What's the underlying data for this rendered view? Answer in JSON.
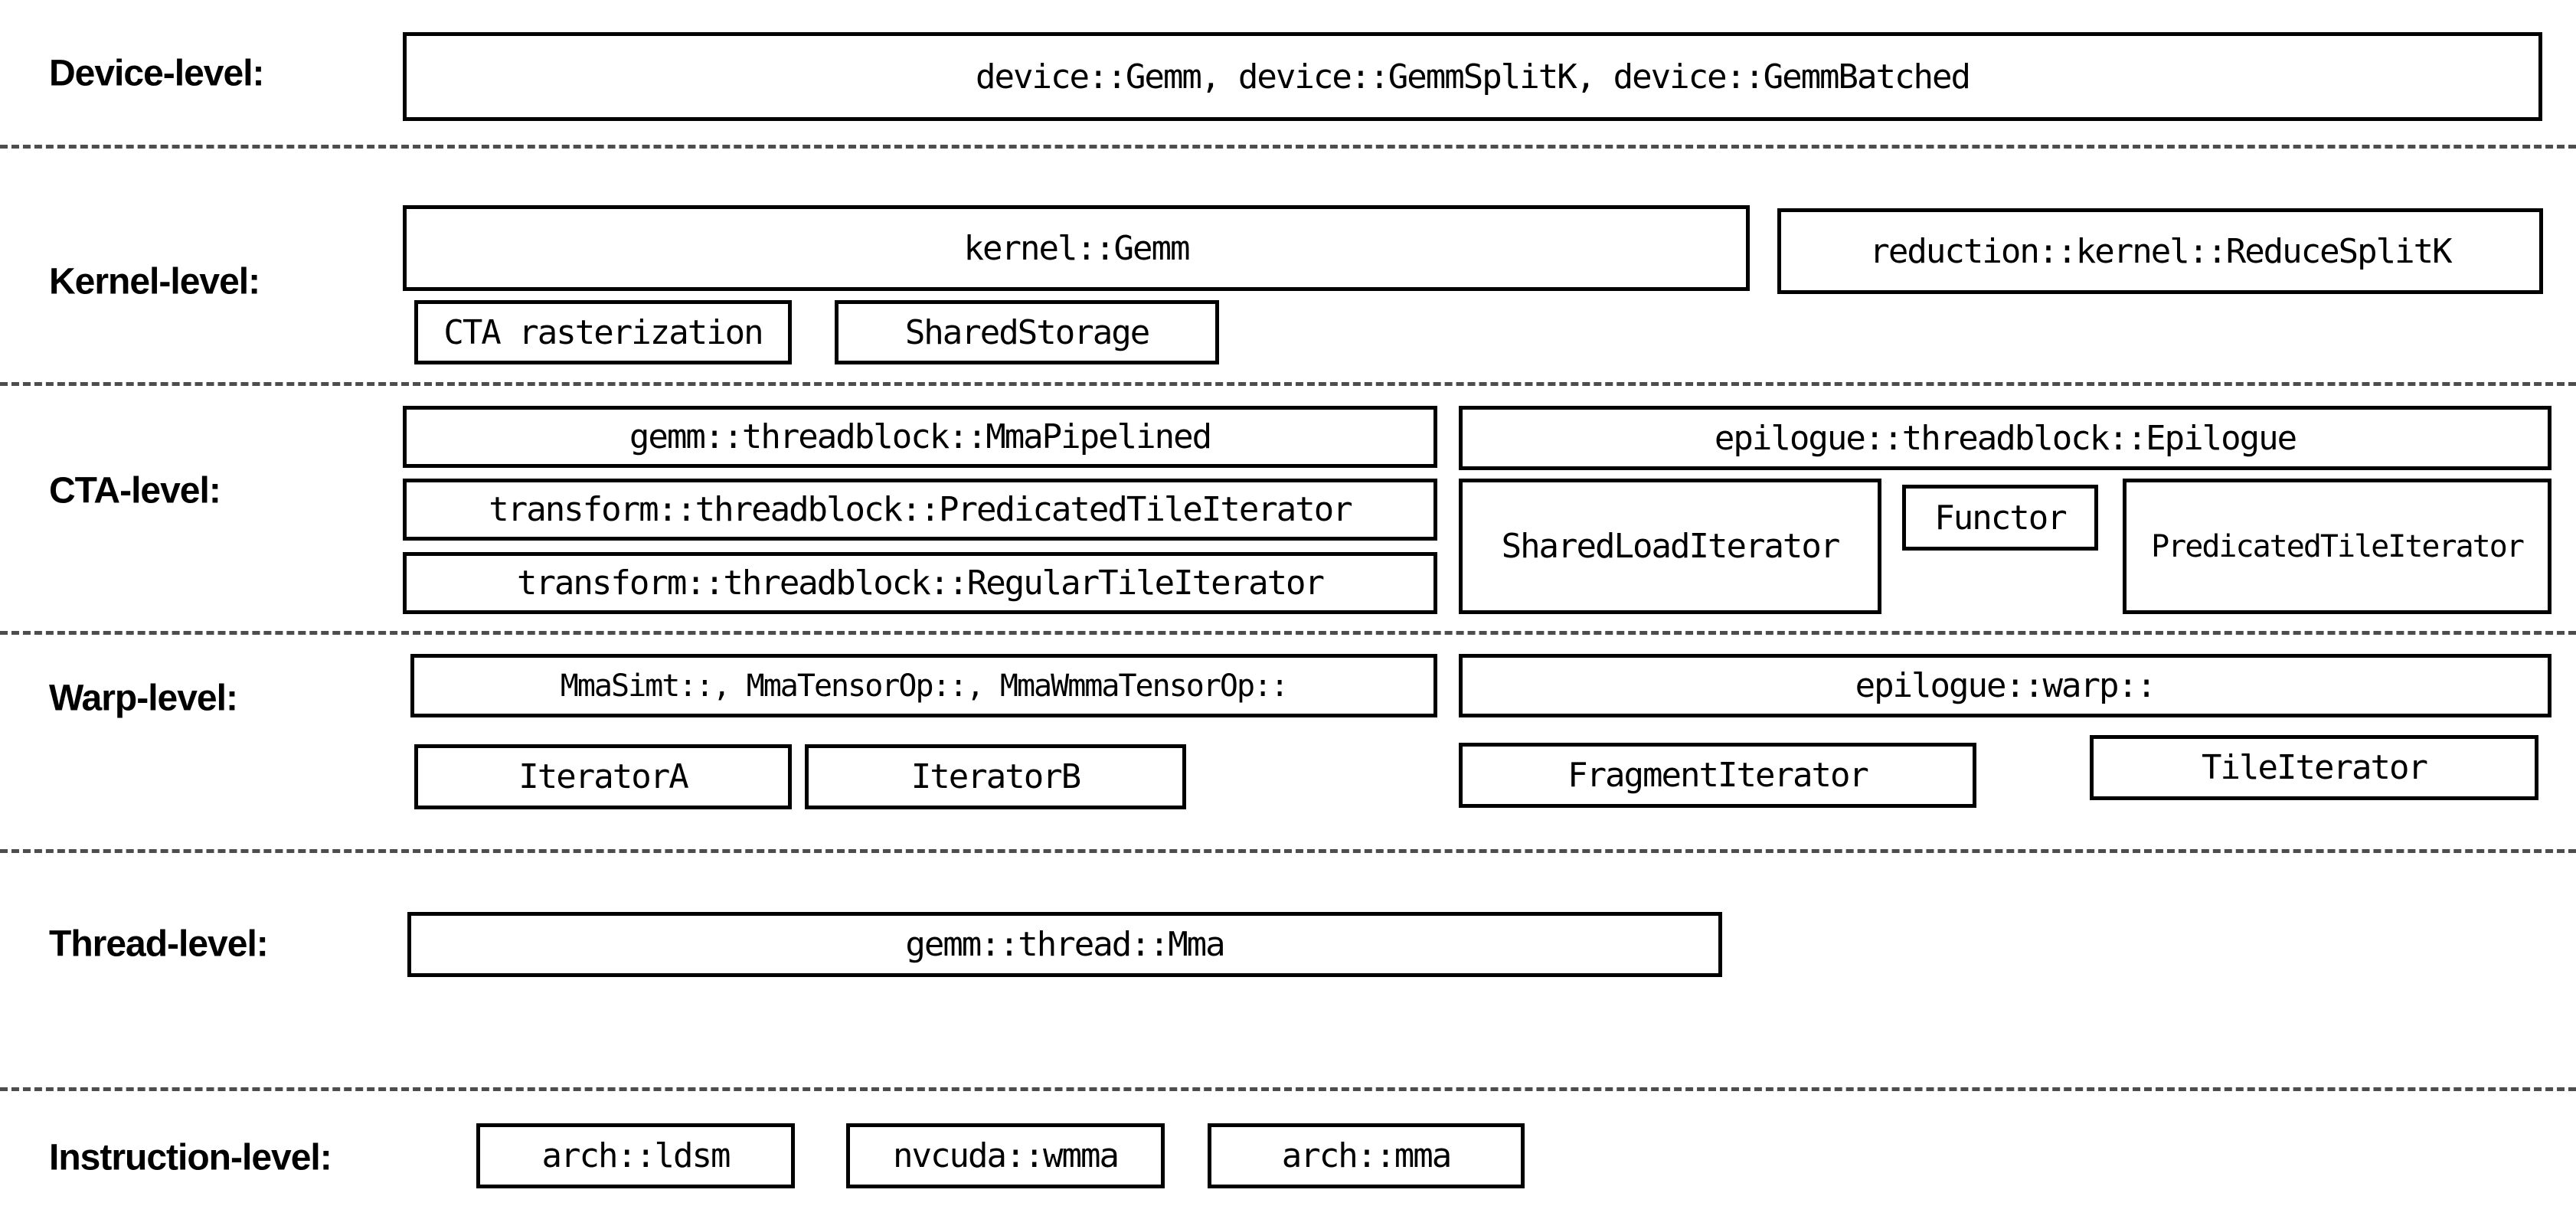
{
  "diagram": {
    "description_rows": 6
  },
  "rows": [
    {
      "label": "Device-level:",
      "boxes": [
        {
          "label": "device::Gemm, device::GemmSplitK, device::GemmBatched"
        }
      ]
    },
    {
      "label": "Kernel-level:",
      "boxes": [
        {
          "label": "kernel::Gemm"
        },
        {
          "label": "reduction::kernel::ReduceSplitK"
        },
        {
          "label": "CTA rasterization"
        },
        {
          "label": "SharedStorage"
        }
      ]
    },
    {
      "label": "CTA-level:",
      "boxes": [
        {
          "label": "gemm::threadblock::MmaPipelined"
        },
        {
          "label": "epilogue::threadblock::Epilogue"
        },
        {
          "label": "transform::threadblock::PredicatedTileIterator"
        },
        {
          "label": "SharedLoadIterator"
        },
        {
          "label": "Functor"
        },
        {
          "label": "PredicatedTileIterator"
        },
        {
          "label": "transform::threadblock::RegularTileIterator"
        }
      ]
    },
    {
      "label": "Warp-level:",
      "boxes": [
        {
          "label": "MmaSimt::, MmaTensorOp::, MmaWmmaTensorOp::"
        },
        {
          "label": "epilogue::warp::"
        },
        {
          "label": "IteratorA"
        },
        {
          "label": "IteratorB"
        },
        {
          "label": "FragmentIterator"
        },
        {
          "label": "TileIterator"
        }
      ]
    },
    {
      "label": "Thread-level:",
      "boxes": [
        {
          "label": "gemm::thread::Mma"
        }
      ]
    },
    {
      "label": "Instruction-level:",
      "boxes": [
        {
          "label": "arch::ldsm"
        },
        {
          "label": "nvcuda::wmma"
        },
        {
          "label": "arch::mma"
        }
      ]
    }
  ],
  "colors": {
    "background": "#ffffff",
    "box_border": "#000000",
    "text": "#000000",
    "divider_dash": "#4d4d4d"
  }
}
